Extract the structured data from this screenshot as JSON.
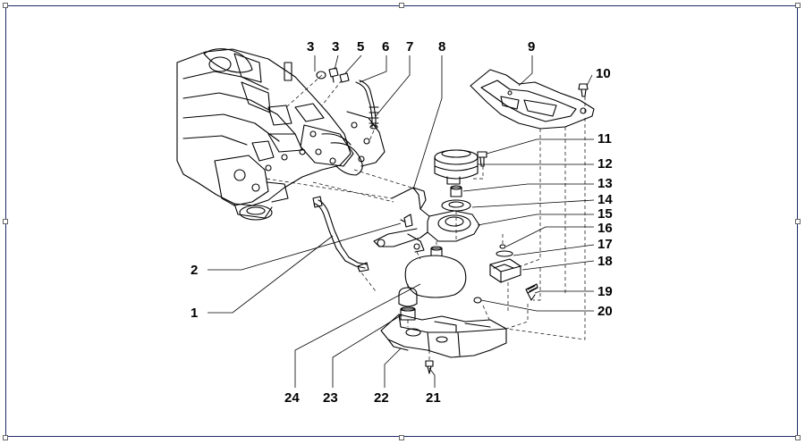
{
  "diagram": {
    "callouts": {
      "c1": "1",
      "c2": "2",
      "c3a": "3",
      "c3b": "3",
      "c5": "5",
      "c6": "6",
      "c7": "7",
      "c8": "8",
      "c9": "9",
      "c10": "10",
      "c11": "11",
      "c12": "12",
      "c13": "13",
      "c14": "14",
      "c15": "15",
      "c16": "16",
      "c17": "17",
      "c18": "18",
      "c19": "19",
      "c20": "20",
      "c21": "21",
      "c22": "22",
      "c23": "23",
      "c24": "24"
    }
  },
  "colors": {
    "frame": "#1f2a6b",
    "line": "#000000",
    "background": "#ffffff"
  }
}
